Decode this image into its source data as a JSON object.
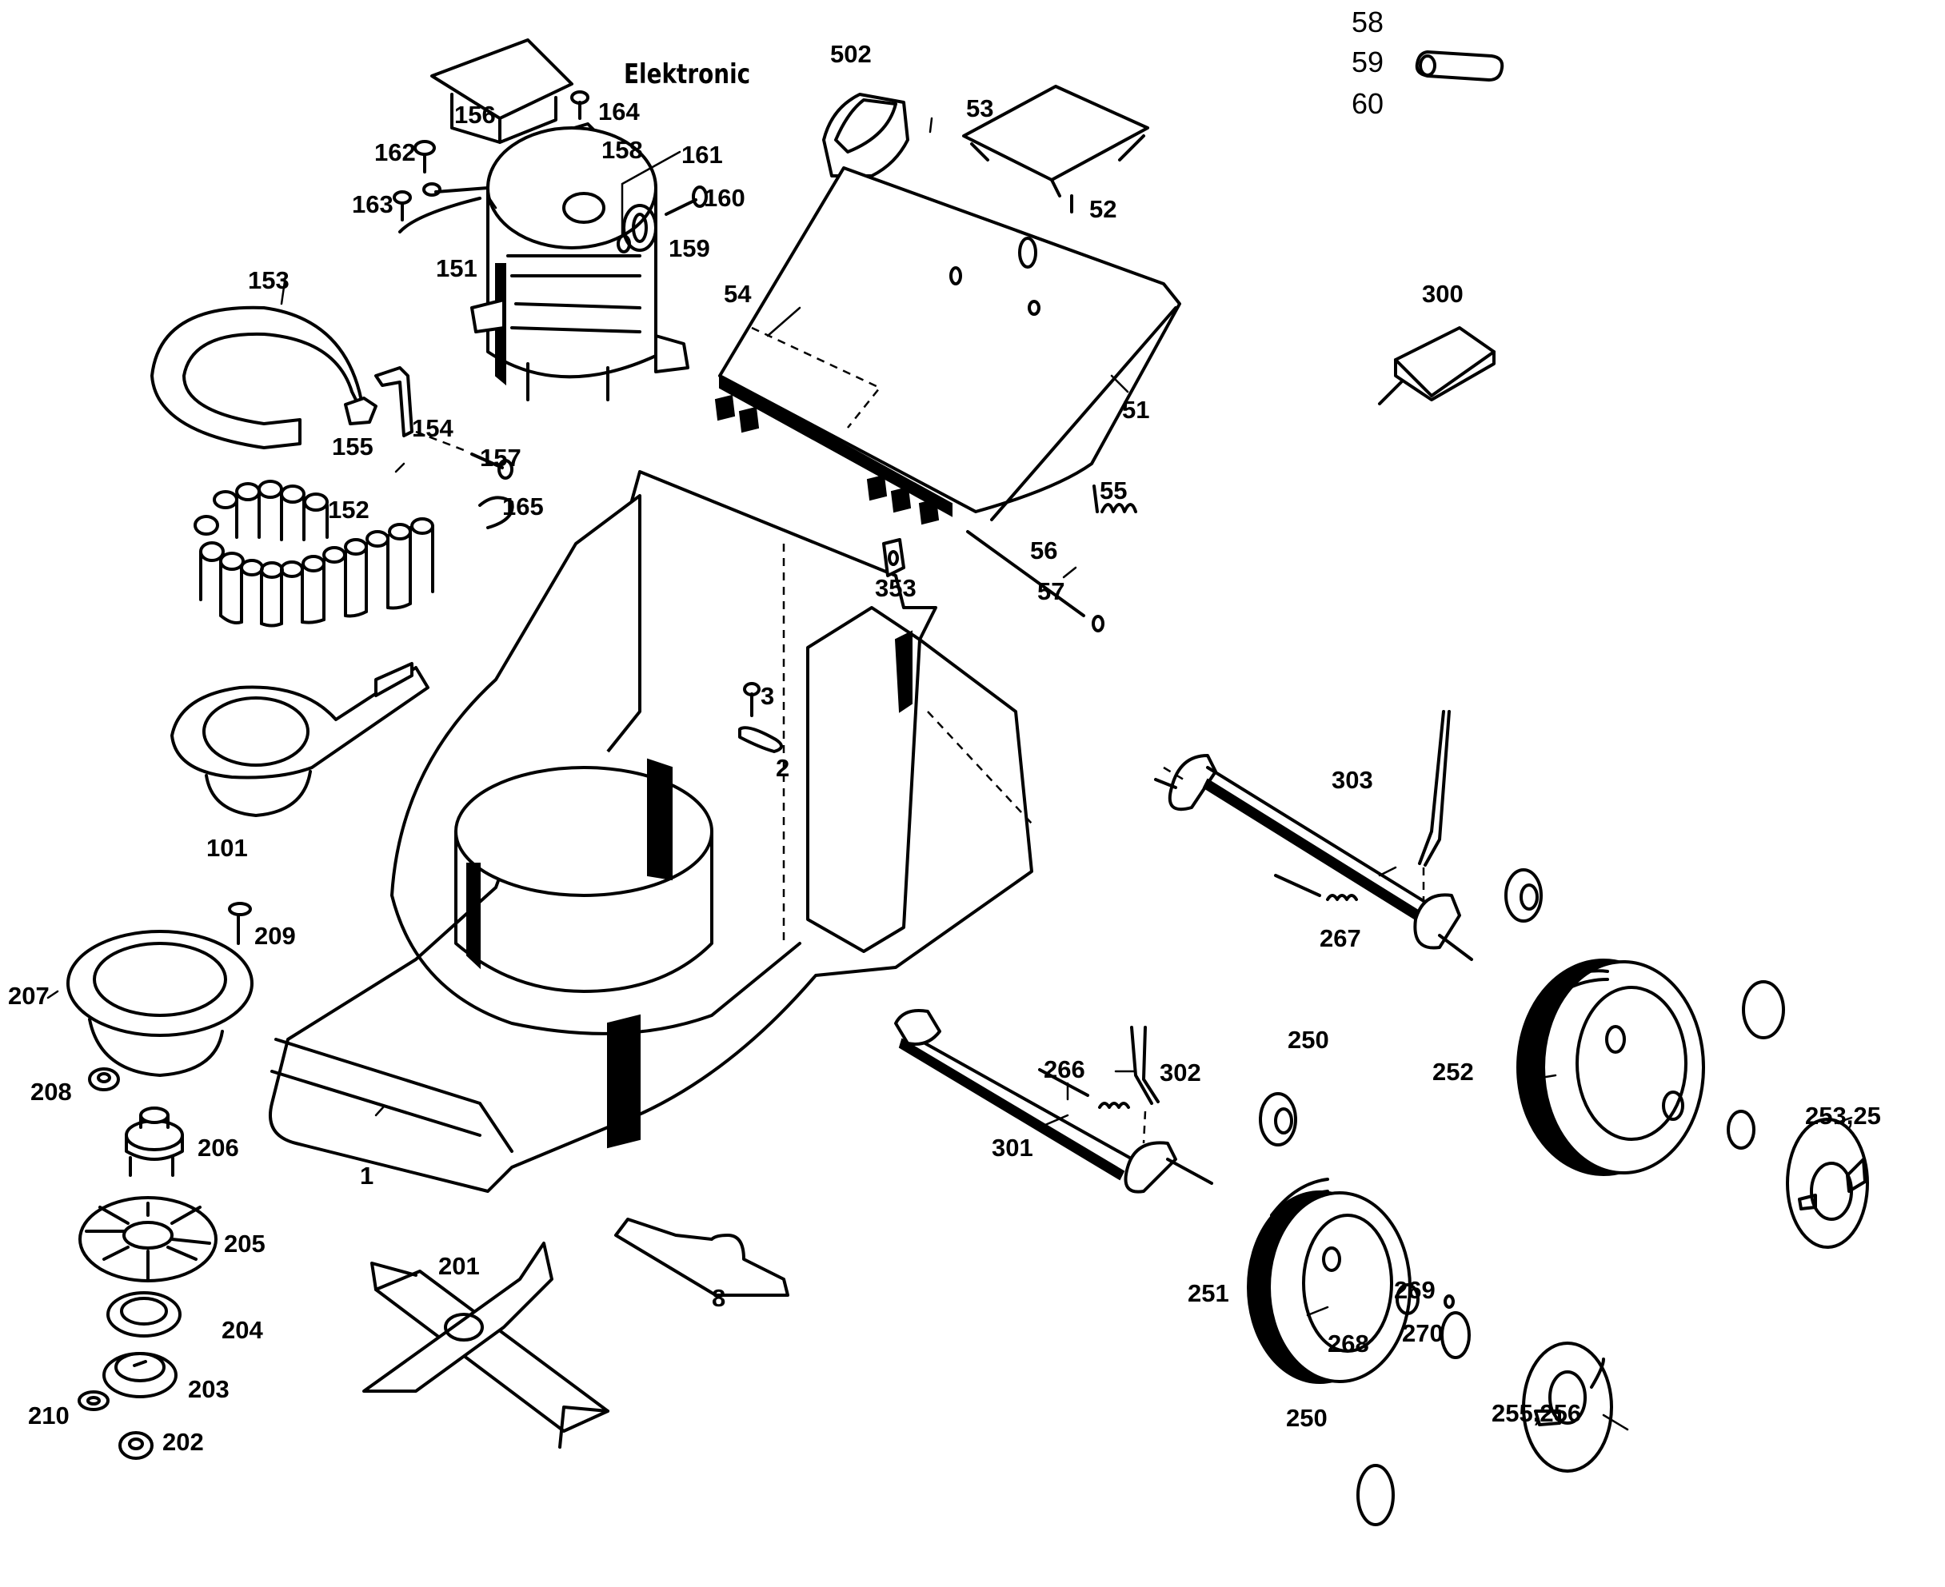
{
  "diagram": {
    "title": "Elektronic",
    "type": "exploded parts diagram - electric lawn mower",
    "colors": {
      "line": "#000000",
      "background": "#ffffff"
    }
  },
  "legend_top_right": [
    "58",
    "59",
    "60"
  ],
  "parts": {
    "p1": "1",
    "p2": "2",
    "p3": "3",
    "p8": "8",
    "p51": "51",
    "p52": "52",
    "p53": "53",
    "p54": "54",
    "p55": "55",
    "p56": "56",
    "p57": "57",
    "p101": "101",
    "p151": "151",
    "p152": "152",
    "p153": "153",
    "p154": "154",
    "p155": "155",
    "p156": "156",
    "p157": "157",
    "p158": "158",
    "p159": "159",
    "p160": "160",
    "p161": "161",
    "p162": "162",
    "p163": "163",
    "p164": "164",
    "p165": "165",
    "p201": "201",
    "p202": "202",
    "p203": "203",
    "p204": "204",
    "p205": "205",
    "p206": "206",
    "p207": "207",
    "p208": "208",
    "p209": "209",
    "p210": "210",
    "p250a": "250",
    "p250b": "250",
    "p251": "251",
    "p252": "252",
    "p253": "253,25",
    "p255": "255,256",
    "p266": "266",
    "p267": "267",
    "p268": "268",
    "p269": "269",
    "p270": "270",
    "p300": "300",
    "p301": "301",
    "p302": "302",
    "p303": "303",
    "p353": "353",
    "p502": "502"
  }
}
